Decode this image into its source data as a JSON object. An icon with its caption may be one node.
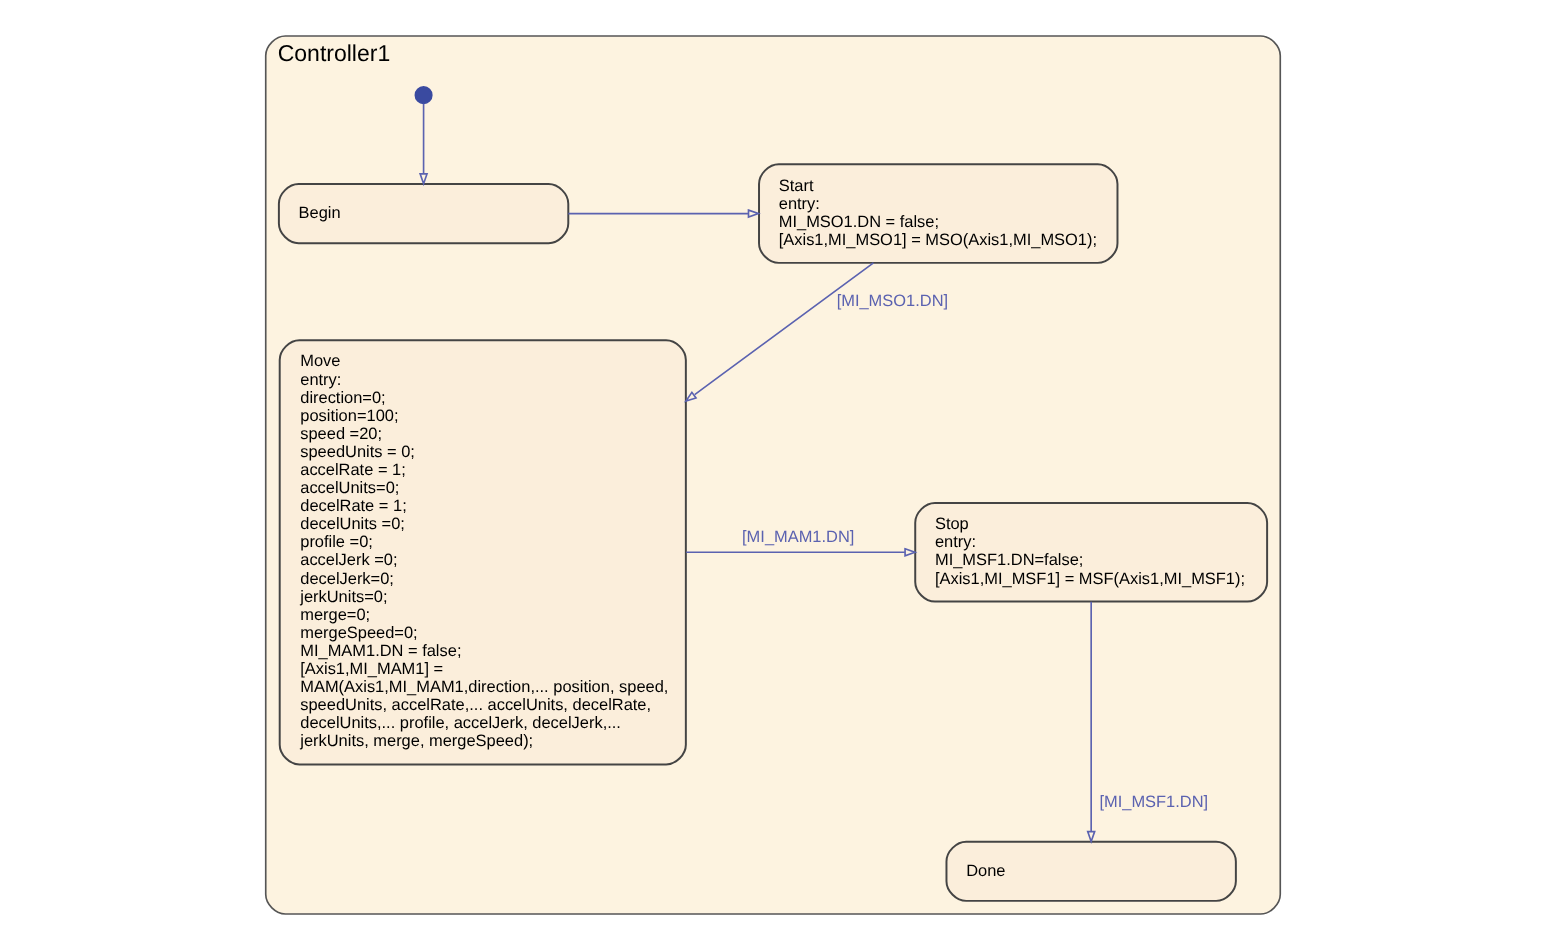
{
  "diagram": {
    "nodes": [
      {
        "text": [
          "Controller1"
        ]
      },
      {
        "text": [],
        "shape": "circle",
        "in": 0
      },
      {
        "text": [
          "Begin"
        ],
        "in": 0
      },
      {
        "text": [
          "Start",
          "entry:",
          "MI_MSO1.DN = false;",
          "[Axis1,MI_MSO1] = MSO(Axis1,MI_MSO1);"
        ],
        "in": 0
      },
      {
        "text": [
          "Move",
          "entry:",
          "direction=0;",
          "position=100;",
          "speed =20;",
          "speedUnits = 0;",
          "accelRate = 1;",
          "accelUnits=0;",
          "decelRate = 1;",
          "decelUnits =0;",
          "profile =0;",
          "accelJerk =0;",
          "decelJerk=0;",
          "jerkUnits=0;",
          "merge=0;",
          "mergeSpeed=0;",
          "MI_MAM1.DN = false;",
          "[Axis1,MI_MAM1] = MAM(Axis1,MI_MAM1,direction,... position, speed, speedUnits, accelRate,... accelUnits, decelRate, decelUnits,... profile, accelJerk, decelJerk,... jerkUnits, merge, mergeSpeed);"
        ],
        "in": 0
      },
      {
        "text": [
          "Stop",
          "entry:",
          "MI_MSF1.DN=false;",
          "[Axis1,MI_MSF1] = MSF(Axis1,MI_MSF1);"
        ],
        "in": 0
      },
      {
        "text": [
          "Done"
        ],
        "in": 0
      }
    ],
    "edges": [
      {
        "from": 1,
        "to": 2,
        "arrow": "to"
      },
      {
        "from": 2,
        "to": 3,
        "arrow": "to"
      },
      {
        "from": 3,
        "to": 4,
        "arrow": "to",
        "label": "[MI_MSO1.DN]"
      },
      {
        "from": 4,
        "to": 5,
        "arrow": "to",
        "label": "[MI_MAM1.DN]"
      },
      {
        "from": 5,
        "to": 6,
        "arrow": "to",
        "label": "[MI_MSF1.DN]"
      }
    ]
  }
}
